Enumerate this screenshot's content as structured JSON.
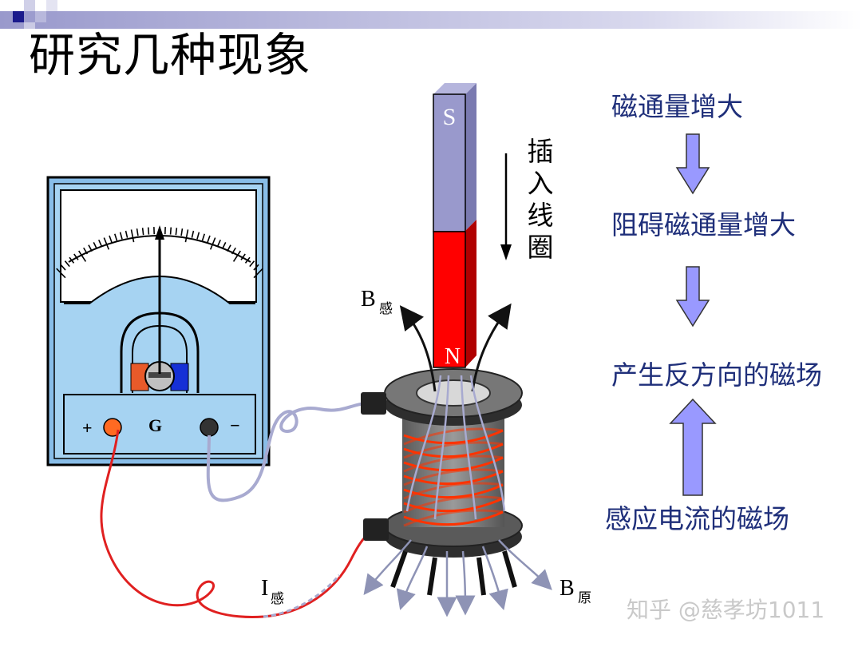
{
  "title": "研究几种现象",
  "magnet": {
    "top_pole": "S",
    "bottom_pole": "N"
  },
  "meter": {
    "plus": "+",
    "name": "G",
    "minus": "−"
  },
  "insert_label": [
    "插",
    "入",
    "线",
    "圈"
  ],
  "field_labels": {
    "induced_field": "B",
    "induced_field_sub": "感",
    "original_field": "B",
    "original_field_sub": "原",
    "induced_current": "I",
    "induced_current_sub": "感"
  },
  "flow": {
    "step1": "磁通量增大",
    "step2": "阻碍磁通量增大",
    "step3": "产生反方向的磁场",
    "step4": "感应电流的磁场"
  },
  "watermark": "知乎 @慈孝坊1011",
  "colors": {
    "header_blue": "#1a1a8c",
    "meter_blue": "#99ccee",
    "magnet_top": "#9999cc",
    "magnet_bottom": "#ff0000",
    "coil_wire": "#ff3300",
    "flow_arrow": "#9999ff",
    "flow_text": "#1f2f7a"
  }
}
